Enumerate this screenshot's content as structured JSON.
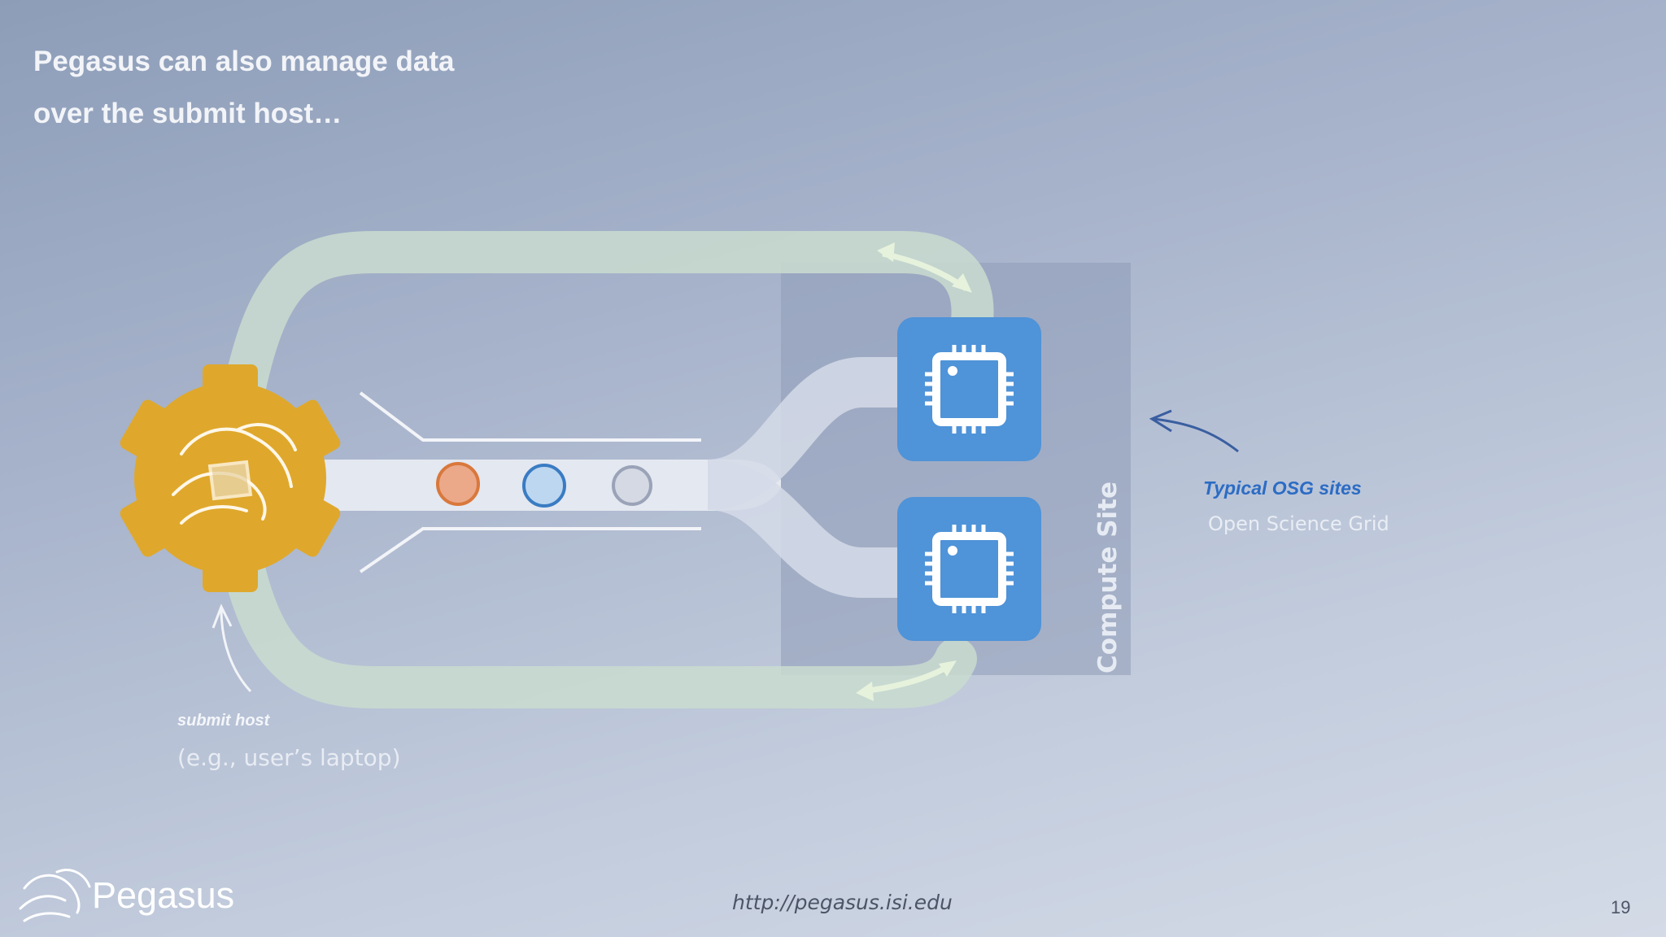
{
  "slide": {
    "title_line1": "Pegasus can also manage data",
    "title_line2": "over the submit host…",
    "page_number": "19"
  },
  "labels": {
    "osg_title": "Typical OSG sites",
    "osg_subtitle": "Open Science Grid",
    "submit_title": "submit host",
    "submit_subtitle": "(e.g., user’s laptop)",
    "compute_site": "Compute Site"
  },
  "footer": {
    "logo_text": "Pegasus",
    "url": "http://pegasus.isi.edu"
  },
  "colors": {
    "gear": "#dfa82c",
    "chip": "#4f93d8",
    "data_orange": "#eba98a",
    "data_blue": "#bdd7f0",
    "data_gray": "#d5d9e3",
    "osg_label": "#2c6cc4"
  },
  "icons": [
    "pegasus-gear-icon",
    "cpu-chip-icon",
    "cpu-chip-icon",
    "pegasus-logo-icon"
  ]
}
